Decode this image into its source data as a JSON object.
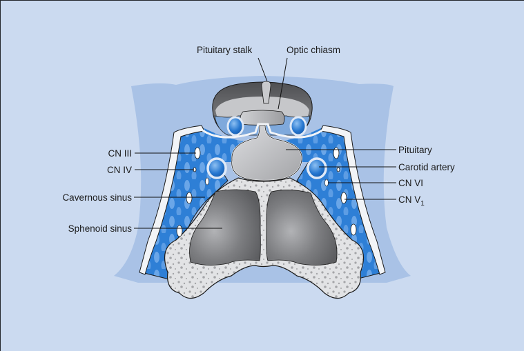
{
  "diagram": {
    "subject": "Coronal section through the cavernous sinus",
    "colors": {
      "background": "#cbdaf0",
      "halo": "#a9c2e6",
      "sinus_blue": "#2e7fd6",
      "sinus_blue_light": "#7fb2ea",
      "bone": "#e2e3e5",
      "bone_pore": "#9a9b9e",
      "air_sinus": "#6f7073",
      "pituitary": "#bdbec1",
      "brain_dark": "#5b5c5f",
      "outline": "#1a1a1a"
    },
    "labels": {
      "pituitary_stalk": "Pituitary stalk",
      "optic_chiasm": "Optic chiasm",
      "cn_iii": "CN III",
      "cn_iv": "CN IV",
      "cavernous_sinus": "Cavernous sinus",
      "sphenoid_sinus": "Sphenoid sinus",
      "pituitary": "Pituitary",
      "carotid_artery": "Carotid artery",
      "cn_vi": "CN VI",
      "cn_v1_main": "CN V",
      "cn_v1_sub": "1"
    }
  }
}
